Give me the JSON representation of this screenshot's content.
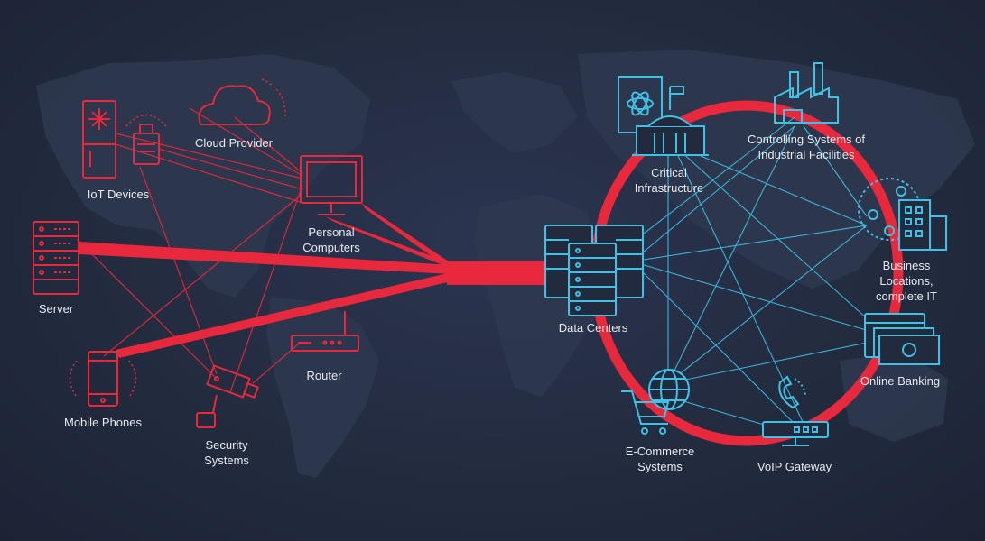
{
  "colors": {
    "background": "#222a3d",
    "map": "#2f3a52",
    "red": "#e8283c",
    "cyan": "#3fc1e6",
    "text": "#e6e9ef"
  },
  "nodes": {
    "iot_devices": {
      "label": "IoT Devices",
      "icon": "iot-devices-icon"
    },
    "cloud_provider": {
      "label": "Cloud Provider",
      "icon": "cloud-icon"
    },
    "personal_computers": {
      "label": "Personal\nComputers",
      "icon": "monitor-icon"
    },
    "server": {
      "label": "Server",
      "icon": "server-icon"
    },
    "mobile_phones": {
      "label": "Mobile Phones",
      "icon": "mobile-phone-icon"
    },
    "security_systems": {
      "label": "Security\nSystems",
      "icon": "security-camera-icon"
    },
    "router": {
      "label": "Router",
      "icon": "router-icon"
    },
    "data_centers": {
      "label": "Data Centers",
      "icon": "data-center-icon"
    },
    "critical_infrastructure": {
      "label": "Critical\nInfrastructure",
      "icon": "government-building-icon"
    },
    "industrial": {
      "label": "Controlling Systems of\nIndustrial Facilities",
      "icon": "factory-icon"
    },
    "business": {
      "label": "Business Locations,\ncomplete IT",
      "icon": "office-building-icon"
    },
    "banking": {
      "label": "Online Banking",
      "icon": "banknotes-icon"
    },
    "voip": {
      "label": "VoIP Gateway",
      "icon": "voip-gateway-icon"
    },
    "ecommerce": {
      "label": "E-Commerce\nSystems",
      "icon": "shopping-cart-icon"
    }
  }
}
